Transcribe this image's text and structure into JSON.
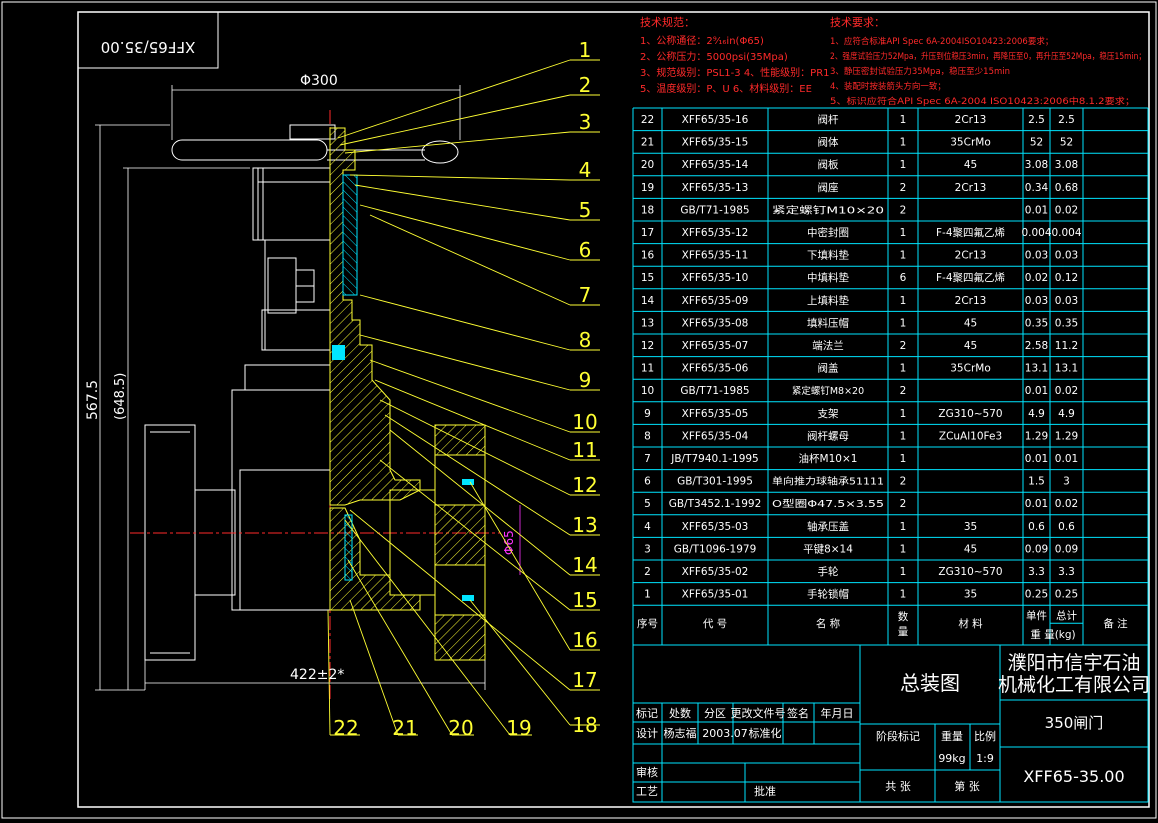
{
  "drawing_number_box": "XFF65/35.00",
  "dimensions": {
    "width_label": "Φ300",
    "height_label": "567.5",
    "height_label_alt": "(648.5)",
    "bottom_label": "422±2*",
    "bore_label": "Φ65"
  },
  "tech_notes_left": {
    "title": "技术规范：",
    "lines": [
      "1、公称通径：2⁹⁄₁₆in(Φ65)",
      "2、公称压力：5000psi(35Mpa)",
      "3、规范级别：PSL1-3   4、性能级别：PR1",
      "5、温度级别：P、U     6、材料级别：EE"
    ]
  },
  "tech_notes_right": {
    "title": "技术要求：",
    "lines": [
      "1、应符合标准API Spec 6A-2004ISO10423:2006要求；",
      "2、强度试验压力52Mpa，升压到位稳压3min，再降压至0，再升压至52Mpa，稳压15min；",
      "3、静压密封试验压力35Mpa，稳压至少15min",
      "4、装配时按装箭头方向一致；",
      "5、标识应符合API Spec 6A-2004 ISO10423:2006中8.1.2要求；"
    ]
  },
  "balloons_right": [
    "1",
    "2",
    "3",
    "4",
    "5",
    "6",
    "7",
    "8",
    "9",
    "10",
    "11",
    "12",
    "13",
    "14",
    "15",
    "16",
    "17",
    "18"
  ],
  "balloons_bottom": [
    "22",
    "21",
    "20",
    "19"
  ],
  "bom_rows": [
    [
      "22",
      "XFF65/35-16",
      "阀杆",
      "1",
      "2Cr13",
      "2.5",
      "2.5",
      ""
    ],
    [
      "21",
      "XFF65/35-15",
      "阀体",
      "1",
      "35CrMo",
      "52",
      "52",
      ""
    ],
    [
      "20",
      "XFF65/35-14",
      "阀板",
      "1",
      "45",
      "3.08",
      "3.08",
      ""
    ],
    [
      "19",
      "XFF65/35-13",
      "阀座",
      "2",
      "2Cr13",
      "0.34",
      "0.68",
      ""
    ],
    [
      "18",
      "GB/T71-1985",
      "紧定螺钉M10×20",
      "2",
      "",
      "0.01",
      "0.02",
      ""
    ],
    [
      "17",
      "XFF65/35-12",
      "中密封圈",
      "1",
      "F-4聚四氟乙烯",
      "0.004",
      "0.004",
      ""
    ],
    [
      "16",
      "XFF65/35-11",
      "下填料垫",
      "1",
      "2Cr13",
      "0.03",
      "0.03",
      ""
    ],
    [
      "15",
      "XFF65/35-10",
      "中填料垫",
      "6",
      "F-4聚四氟乙烯",
      "0.02",
      "0.12",
      ""
    ],
    [
      "14",
      "XFF65/35-09",
      "上填料垫",
      "1",
      "2Cr13",
      "0.03",
      "0.03",
      ""
    ],
    [
      "13",
      "XFF65/35-08",
      "填料压帽",
      "1",
      "45",
      "0.35",
      "0.35",
      ""
    ],
    [
      "12",
      "XFF65/35-07",
      "端法兰",
      "2",
      "45",
      "2.58",
      "11.2",
      ""
    ],
    [
      "11",
      "XFF65/35-06",
      "阀盖",
      "1",
      "35CrMo",
      "13.1",
      "13.1",
      ""
    ],
    [
      "10",
      "GB/T71-1985",
      "紧定螺钉M8×20",
      "2",
      "",
      "0.01",
      "0.02",
      ""
    ],
    [
      "9",
      "XFF65/35-05",
      "支架",
      "1",
      "ZG310~570",
      "4.9",
      "4.9",
      ""
    ],
    [
      "8",
      "XFF65/35-04",
      "阀杆螺母",
      "1",
      "ZCuAl10Fe3",
      "1.29",
      "1.29",
      ""
    ],
    [
      "7",
      "JB/T7940.1-1995",
      "油杯M10×1",
      "1",
      "",
      "0.01",
      "0.01",
      ""
    ],
    [
      "6",
      "GB/T301-1995",
      "单向推力球轴承51111",
      "2",
      "",
      "1.5",
      "3",
      ""
    ],
    [
      "5",
      "GB/T3452.1-1992",
      "O型圈Φ47.5×3.55",
      "2",
      "",
      "0.01",
      "0.02",
      ""
    ],
    [
      "4",
      "XFF65/35-03",
      "轴承压盖",
      "1",
      "35",
      "0.6",
      "0.6",
      ""
    ],
    [
      "3",
      "GB/T1096-1979",
      "平键8×14",
      "1",
      "45",
      "0.09",
      "0.09",
      ""
    ],
    [
      "2",
      "XFF65/35-02",
      "手轮",
      "1",
      "ZG310~570",
      "3.3",
      "3.3",
      ""
    ],
    [
      "1",
      "XFF65/35-01",
      "手轮锁帽",
      "1",
      "35",
      "0.25",
      "0.25",
      ""
    ]
  ],
  "bom_header": {
    "seq": "序号",
    "code": "代    号",
    "name": "名    称",
    "qty_top": "数",
    "qty_bot": "量",
    "material": "材    料",
    "unit_w": "单件",
    "total_w": "总计",
    "weight": "重  量(kg)",
    "remark": "备  注"
  },
  "title_block": {
    "drawing_title": "总装图",
    "company_line1": "濮阳市信宇石油",
    "company_line2": "机械化工有限公司",
    "product": "350闸门",
    "drawing_no": "XFF65-35.00",
    "row_marks": [
      "标记",
      "处数",
      "分区",
      "更改文件号",
      "签名",
      "年月日"
    ],
    "design_label": "设计",
    "designer": "杨志福",
    "date": "2003.07",
    "std_label": "标准化",
    "stage_label": "阶段标记",
    "weight_label": "重量",
    "scale_label": "比例",
    "weight": "99kg",
    "scale": "1:9",
    "review": "审核",
    "process": "工艺",
    "approve": "批准",
    "total_sheets": "共   张",
    "sheet_no": "第   张"
  },
  "colors": {
    "background": "#000000",
    "frame": "#ffffff",
    "table": "#00e5ff",
    "leader": "#ffff33",
    "notes": "#ff2a2a",
    "hatch": "#ffff33",
    "highlight": "#ff33ff"
  }
}
